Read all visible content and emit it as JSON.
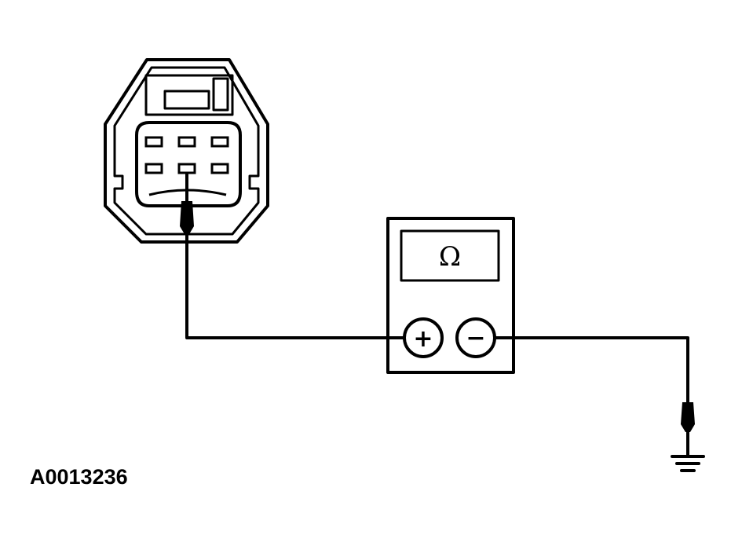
{
  "figure": {
    "reference_id": "A0013236"
  },
  "meter": {
    "display_symbol": "Ω",
    "positive_terminal_symbol": "+",
    "negative_terminal_symbol": "−"
  },
  "connector": {
    "pin_rows": 2,
    "pins_per_row": 3
  },
  "icons": {
    "meter": "ohmmeter-icon",
    "ground": "ground-icon",
    "connector": "connector-icon"
  },
  "colors": {
    "line": "#000000",
    "background": "#ffffff"
  }
}
